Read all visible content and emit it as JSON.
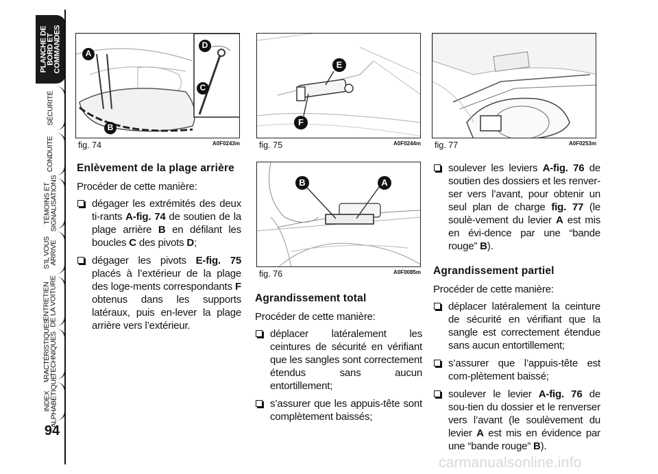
{
  "page_number": "94",
  "tabs": [
    {
      "lines": [
        "PLANCHE DE",
        "BORD ET",
        "COMMANDES"
      ],
      "active": true
    },
    {
      "lines": [
        "SÉCURITÉ"
      ],
      "active": false
    },
    {
      "lines": [
        "CONDUITE"
      ],
      "active": false
    },
    {
      "lines": [
        "TÉMOINS ET",
        "SIGNALISATIONS"
      ],
      "active": false
    },
    {
      "lines": [
        "S’IL VOUS",
        "ARRIVE"
      ],
      "active": false
    },
    {
      "lines": [
        "ENTRETIEN",
        "DE LA VOITURE"
      ],
      "active": false
    },
    {
      "lines": [
        "CARACTÉRISTIQUES",
        "TECHNIQUES"
      ],
      "active": false
    },
    {
      "lines": [
        "INDEX",
        "ALPHABÉTIQUE"
      ],
      "active": false
    }
  ],
  "figures": {
    "fig74": {
      "caption": "fig. 74",
      "code": "A0F0243m",
      "labels": [
        "A",
        "B",
        "C",
        "D"
      ]
    },
    "fig75": {
      "caption": "fig. 75",
      "code": "A0F0244m",
      "labels": [
        "E",
        "F"
      ]
    },
    "fig76": {
      "caption": "fig. 76",
      "code": "A0F0085m",
      "labels": [
        "A",
        "B"
      ]
    },
    "fig77": {
      "caption": "fig. 77",
      "code": "A0F0253m"
    }
  },
  "col1": {
    "heading": "Enlèvement de la plage arrière",
    "intro": "Procéder de cette manière:",
    "b1_t1": "dégager les extrémités des deux ti-rants ",
    "b1_r1": "A-fig. 74",
    "b1_t2": " de soutien de la plage arrière ",
    "b1_r2": "B",
    "b1_t3": " en défilant les boucles ",
    "b1_r3": "C",
    "b1_t4": " des pivots ",
    "b1_r4": "D",
    "b1_t5": ";",
    "b2_t1": "dégager les pivots ",
    "b2_r1": "E-fig. 75",
    "b2_t2": " placés à l’extérieur de la plage des loge-ments correspondants ",
    "b2_r2": "F",
    "b2_t3": " obtenus dans les supports latéraux, puis en-lever la plage arrière vers l’extérieur."
  },
  "col2": {
    "heading": "Agrandissement total",
    "intro": "Procéder de cette manière:",
    "b1": "déplacer latéralement les ceintures de sécurité en vérifiant que les sangles sont correctement étendus sans aucun entortillement;",
    "b2": "s’assurer que les appuis-tête sont complètement baissés;"
  },
  "col3": {
    "b0_t1": "soulever les leviers ",
    "b0_r1": "A-fig. 76",
    "b0_t2": " de soutien des dossiers et les renver-ser vers l’avant, pour obtenir un seul plan de charge ",
    "b0_r2": "fig. 77",
    "b0_t3": " (le soulè-vement du levier ",
    "b0_r3": "A",
    "b0_t4": " est mis en évi-dence par une “bande rouge” ",
    "b0_r4": "B",
    "b0_t5": ").",
    "heading": "Agrandissement partiel",
    "intro": "Procéder de cette manière:",
    "b1": "déplacer latéralement la ceinture de sécurité en vérifiant que la sangle est correctement étendue sans aucun entortillement;",
    "b2": "s’assurer que l’appuis-tête est com-plètement baissé;",
    "b3_t1": "soulever le levier ",
    "b3_r1": "A-fig. 76",
    "b3_t2": " de sou-tien du dossier et le renverser vers l’avant (le soulèvement du levier ",
    "b3_r2": "A",
    "b3_t3": " est mis en évidence par une “bande rouge” ",
    "b3_r3": "B",
    "b3_t4": ")."
  },
  "watermark": "carmanualsonline.info"
}
